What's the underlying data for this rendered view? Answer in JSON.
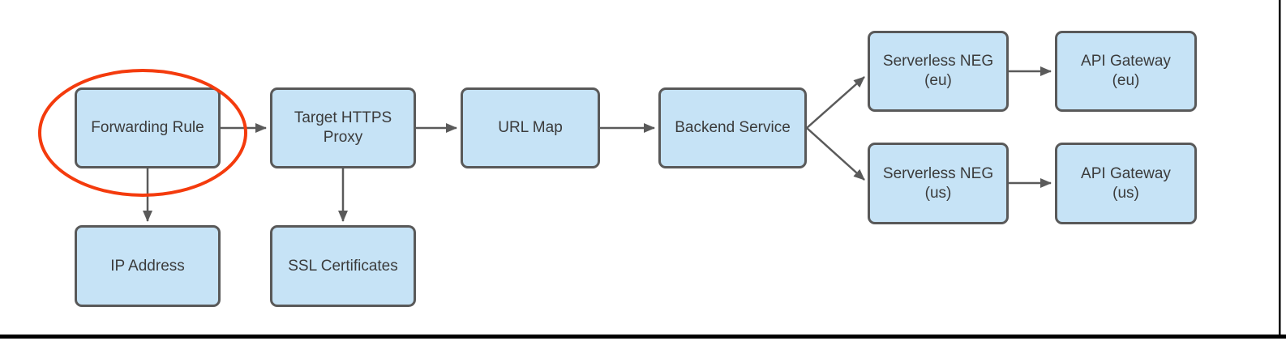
{
  "colors": {
    "background": "#ffffff",
    "node_fill": "#c6e3f6",
    "node_border": "#595959",
    "node_text": "#3b3b3b",
    "arrow": "#5a5a5a",
    "highlight_ellipse": "#f43b0d",
    "frame_line": "#000000"
  },
  "diagram": {
    "nodes": [
      {
        "id": "forwarding-rule",
        "label": "Forwarding Rule",
        "lines": [
          "Forwarding Rule"
        ]
      },
      {
        "id": "target-https-proxy",
        "label": "Target HTTPS Proxy",
        "lines": [
          "Target HTTPS",
          "Proxy"
        ]
      },
      {
        "id": "url-map",
        "label": "URL Map",
        "lines": [
          "URL Map"
        ]
      },
      {
        "id": "backend-service",
        "label": "Backend Service",
        "lines": [
          "Backend Service"
        ]
      },
      {
        "id": "serverless-neg-eu",
        "label": "Serverless NEG (eu)",
        "lines": [
          "Serverless NEG",
          "(eu)"
        ]
      },
      {
        "id": "api-gateway-eu",
        "label": "API Gateway (eu)",
        "lines": [
          "API Gateway",
          "(eu)"
        ]
      },
      {
        "id": "serverless-neg-us",
        "label": "Serverless NEG (us)",
        "lines": [
          "Serverless NEG",
          "(us)"
        ]
      },
      {
        "id": "api-gateway-us",
        "label": "API Gateway (us)",
        "lines": [
          "API Gateway",
          "(us)"
        ]
      },
      {
        "id": "ip-address",
        "label": "IP Address",
        "lines": [
          "IP Address"
        ]
      },
      {
        "id": "ssl-certificates",
        "label": "SSL Certificates",
        "lines": [
          "SSL Certificates"
        ]
      }
    ],
    "edges": [
      {
        "from": "forwarding-rule",
        "to": "target-https-proxy"
      },
      {
        "from": "target-https-proxy",
        "to": "url-map"
      },
      {
        "from": "url-map",
        "to": "backend-service"
      },
      {
        "from": "backend-service",
        "to": "serverless-neg-eu"
      },
      {
        "from": "backend-service",
        "to": "serverless-neg-us"
      },
      {
        "from": "serverless-neg-eu",
        "to": "api-gateway-eu"
      },
      {
        "from": "serverless-neg-us",
        "to": "api-gateway-us"
      },
      {
        "from": "forwarding-rule",
        "to": "ip-address"
      },
      {
        "from": "target-https-proxy",
        "to": "ssl-certificates"
      }
    ],
    "annotations": [
      {
        "shape": "ellipse",
        "highlights": "forwarding-rule",
        "color": "#f43b0d"
      }
    ]
  }
}
